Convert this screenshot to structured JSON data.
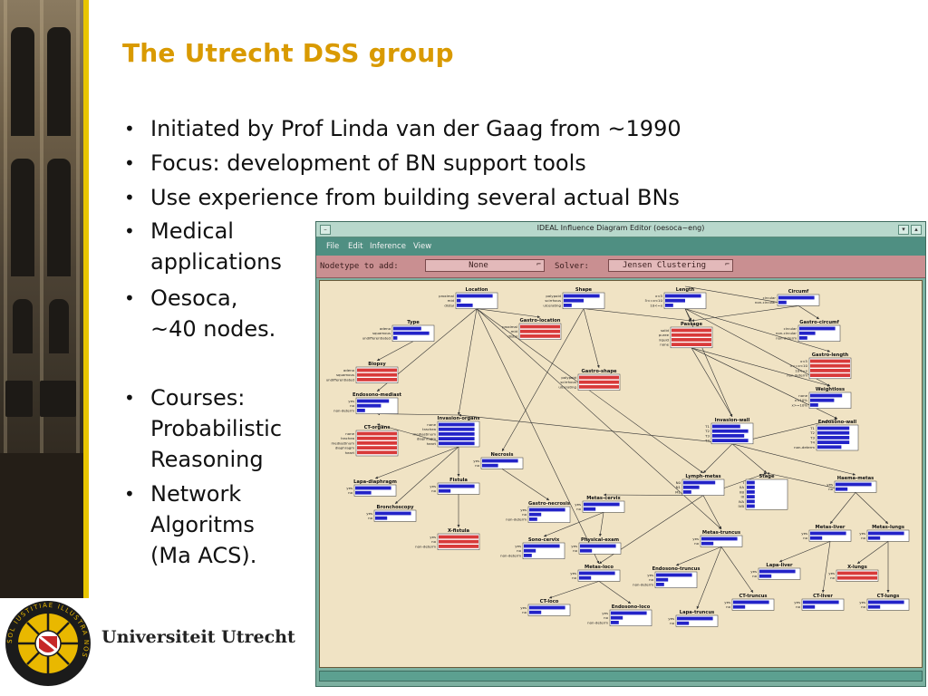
{
  "slide": {
    "title": "The Utrecht DSS group",
    "bullets": [
      "Initiated by Prof Linda van der Gaag from ~1990",
      "Focus: development of BN support tools",
      "Use experience from building several actual BNs"
    ],
    "narrow_bullets": [
      [
        "Medical",
        "applications"
      ],
      [
        "Oesoca,",
        "~40 nodes."
      ],
      [
        "Courses:",
        "Probabilistic",
        "Reasoning"
      ],
      [
        "Network",
        "Algoritms",
        "(Ma ACS)."
      ]
    ],
    "university": "Universiteit Utrecht",
    "logo_text": "SOL IUSTITIAE ILLUSTRA NOS"
  },
  "window": {
    "title": "IDEAL Influence Diagram Editor (oesoca~eng)",
    "menu": [
      "File",
      "Edit",
      "Inference",
      "View"
    ],
    "nodetype_label": "Nodetype to add:",
    "nodetype_value": "None",
    "solver_label": "Solver:",
    "solver_value": "Jensen Clustering"
  },
  "network": {
    "bar_colors": {
      "normal": "#2323c8",
      "evidence": "#d83a3a"
    },
    "nodes": [
      {
        "id": "location",
        "name": "Location",
        "states": [
          "proximal",
          "mid",
          "distal"
        ],
        "probs": [
          0.9,
          0.1,
          0.4
        ],
        "evidence": false
      },
      {
        "id": "shape",
        "name": "Shape",
        "states": [
          "polypoid",
          "scirrhous",
          "ulcerating"
        ],
        "probs": [
          0.9,
          0.5,
          0.2
        ],
        "evidence": false
      },
      {
        "id": "length",
        "name": "Length",
        "states": [
          "x<5",
          "5<=x<10",
          "10<=x"
        ],
        "probs": [
          0.9,
          0.5,
          0.2
        ],
        "evidence": false
      },
      {
        "id": "circumf",
        "name": "Circumf",
        "states": [
          "circular",
          "non-circular"
        ],
        "probs": [
          0.9,
          0.2
        ],
        "evidence": false
      },
      {
        "id": "type",
        "name": "Type",
        "states": [
          "adeno",
          "squamous",
          "undifferentiated"
        ],
        "probs": [
          0.7,
          0.9,
          0.1
        ],
        "evidence": false
      },
      {
        "id": "gastro_location",
        "name": "Gastro-location",
        "states": [
          "proximal",
          "mid",
          "distal"
        ],
        "probs": [
          1,
          1,
          1
        ],
        "evidence": true
      },
      {
        "id": "passage",
        "name": "Passage",
        "states": [
          "solid",
          "puree",
          "liquid",
          "none"
        ],
        "probs": [
          1,
          1,
          1,
          1
        ],
        "evidence": true
      },
      {
        "id": "gastro_circumf",
        "name": "Gastro-circumf",
        "states": [
          "circular",
          "non-circular",
          "non-determ"
        ],
        "probs": [
          0.9,
          0.4,
          0.2
        ],
        "evidence": false
      },
      {
        "id": "biopsy",
        "name": "Biopsy",
        "states": [
          "adeno",
          "squamous",
          "undifferentiated"
        ],
        "probs": [
          1,
          1,
          1
        ],
        "evidence": true
      },
      {
        "id": "gastro_shape",
        "name": "Gastro-shape",
        "states": [
          "polypoid",
          "scirrhous",
          "ulcerating"
        ],
        "probs": [
          1,
          1,
          1
        ],
        "evidence": true
      },
      {
        "id": "gastro_length",
        "name": "Gastro-length",
        "states": [
          "x<5",
          "5<=x<10",
          "10<=x",
          "non-determ"
        ],
        "probs": [
          1,
          1,
          1,
          1
        ],
        "evidence": true
      },
      {
        "id": "endosono_mediast",
        "name": "Endosono-mediast",
        "states": [
          "yes",
          "no",
          "non-determ"
        ],
        "probs": [
          0.8,
          0.6,
          0.2
        ],
        "evidence": false
      },
      {
        "id": "weightloss",
        "name": "Weightloss",
        "states": [
          "none",
          "x<10%",
          "x>=10%"
        ],
        "probs": [
          0.8,
          0.6,
          0.2
        ],
        "evidence": false
      },
      {
        "id": "ct_organs",
        "name": "CT-organs",
        "states": [
          "none",
          "trachea",
          "mediastinum",
          "diaphragm",
          "heart"
        ],
        "probs": [
          1,
          1,
          1,
          1,
          1
        ],
        "evidence": true
      },
      {
        "id": "invasion_organs",
        "name": "Invasion-organs",
        "states": [
          "none",
          "trachea",
          "mediastinum",
          "diaphragm",
          "heart"
        ],
        "probs": [
          0.9,
          0.9,
          0.9,
          0.9,
          0.9
        ],
        "evidence": false
      },
      {
        "id": "invasion_wall",
        "name": "Invasion-wall",
        "states": [
          "T1",
          "T2",
          "T3",
          "T4"
        ],
        "probs": [
          0.7,
          0.9,
          0.8,
          0.9
        ],
        "evidence": false
      },
      {
        "id": "endosono_wall",
        "name": "Endosono-wall",
        "states": [
          "T1",
          "T2",
          "T3",
          "T4",
          "non-determ"
        ],
        "probs": [
          0.8,
          0.8,
          0.8,
          0.8,
          0.6
        ],
        "evidence": false
      },
      {
        "id": "necrosis",
        "name": "Necrosis",
        "states": [
          "yes",
          "no"
        ],
        "probs": [
          0.9,
          0.4
        ],
        "evidence": false
      },
      {
        "id": "lapa_diaphragm",
        "name": "Lapa-diaphragm",
        "states": [
          "yes",
          "no"
        ],
        "probs": [
          0.9,
          0.4
        ],
        "evidence": false
      },
      {
        "id": "fistula",
        "name": "Fistula",
        "states": [
          "yes",
          "no"
        ],
        "probs": [
          0.9,
          0.3
        ],
        "evidence": false
      },
      {
        "id": "lymph_metas",
        "name": "Lymph-metas",
        "states": [
          "N0",
          "N1",
          "M1"
        ],
        "probs": [
          0.8,
          0.4,
          0.2
        ],
        "evidence": false
      },
      {
        "id": "stage",
        "name": "Stage",
        "states": [
          "I",
          "IIA",
          "IIB",
          "III",
          "IVA",
          "IVB"
        ],
        "probs": [
          0.2,
          0.2,
          0.2,
          0.2,
          0.2,
          0.2
        ],
        "evidence": false
      },
      {
        "id": "haema_metas",
        "name": "Haema-metas",
        "states": [
          "yes",
          "no"
        ],
        "probs": [
          0.9,
          0.3
        ],
        "evidence": false
      },
      {
        "id": "bronchoscopy",
        "name": "Bronchoscopy",
        "states": [
          "yes",
          "no"
        ],
        "probs": [
          0.9,
          0.3
        ],
        "evidence": false
      },
      {
        "id": "gastro_necrosis",
        "name": "Gastro-necrosis",
        "states": [
          "yes",
          "no",
          "non-determ"
        ],
        "probs": [
          0.9,
          0.3,
          0.2
        ],
        "evidence": false
      },
      {
        "id": "metas_cervix",
        "name": "Metas-cervix",
        "states": [
          "yes",
          "no"
        ],
        "probs": [
          0.9,
          0.3
        ],
        "evidence": false
      },
      {
        "id": "x_fistula",
        "name": "X-fistula",
        "states": [
          "yes",
          "no",
          "non-determ"
        ],
        "probs": [
          1,
          1,
          1
        ],
        "evidence": true
      },
      {
        "id": "sono_cervix",
        "name": "Sono-cervix",
        "states": [
          "yes",
          "no",
          "non-determ"
        ],
        "probs": [
          0.9,
          0.3,
          0.2
        ],
        "evidence": false
      },
      {
        "id": "physical_exam",
        "name": "Physical-exam",
        "states": [
          "yes",
          "no"
        ],
        "probs": [
          0.9,
          0.3
        ],
        "evidence": false
      },
      {
        "id": "metas_truncus",
        "name": "Metas-truncus",
        "states": [
          "yes",
          "no"
        ],
        "probs": [
          0.9,
          0.3
        ],
        "evidence": false
      },
      {
        "id": "metas_liver",
        "name": "Metas-liver",
        "states": [
          "yes",
          "no"
        ],
        "probs": [
          0.9,
          0.3
        ],
        "evidence": false
      },
      {
        "id": "metas_lungs",
        "name": "Metas-lungs",
        "states": [
          "yes",
          "no"
        ],
        "probs": [
          0.9,
          0.3
        ],
        "evidence": false
      },
      {
        "id": "metas_loco",
        "name": "Metas-loco",
        "states": [
          "yes",
          "no"
        ],
        "probs": [
          0.9,
          0.3
        ],
        "evidence": false
      },
      {
        "id": "endosono_truncus",
        "name": "Endosono-truncus",
        "states": [
          "yes",
          "no",
          "non-determ"
        ],
        "probs": [
          0.9,
          0.3,
          0.2
        ],
        "evidence": false
      },
      {
        "id": "lapa_liver",
        "name": "Lapa-liver",
        "states": [
          "yes",
          "no"
        ],
        "probs": [
          0.9,
          0.3
        ],
        "evidence": false
      },
      {
        "id": "x_lungs",
        "name": "X-lungs",
        "states": [
          "yes",
          "no"
        ],
        "probs": [
          1,
          1
        ],
        "evidence": true
      },
      {
        "id": "ct_loco",
        "name": "CT-loco",
        "states": [
          "yes",
          "no"
        ],
        "probs": [
          0.9,
          0.3
        ],
        "evidence": false
      },
      {
        "id": "endosono_loco",
        "name": "Endosono-loco",
        "states": [
          "yes",
          "no",
          "non-determ"
        ],
        "probs": [
          0.9,
          0.3,
          0.2
        ],
        "evidence": false
      },
      {
        "id": "ct_truncus",
        "name": "CT-truncus",
        "states": [
          "yes",
          "no"
        ],
        "probs": [
          0.9,
          0.3
        ],
        "evidence": false
      },
      {
        "id": "ct_liver",
        "name": "CT-liver",
        "states": [
          "yes",
          "no"
        ],
        "probs": [
          0.9,
          0.3
        ],
        "evidence": false
      },
      {
        "id": "ct_lungs",
        "name": "CT-lungs",
        "states": [
          "yes",
          "no"
        ],
        "probs": [
          0.9,
          0.3
        ],
        "evidence": false
      },
      {
        "id": "lapa_truncus",
        "name": "Lapa-truncus",
        "states": [
          "yes",
          "no"
        ],
        "probs": [
          0.9,
          0.3
        ],
        "evidence": false
      }
    ],
    "edges": [
      [
        "location",
        "gastro_location"
      ],
      [
        "location",
        "endosono_mediast"
      ],
      [
        "location",
        "metas_loco"
      ],
      [
        "location",
        "lymph_metas"
      ],
      [
        "location",
        "invasion_organs"
      ],
      [
        "shape",
        "gastro_shape"
      ],
      [
        "shape",
        "passage"
      ],
      [
        "shape",
        "necrosis"
      ],
      [
        "length",
        "passage"
      ],
      [
        "length",
        "gastro_length"
      ],
      [
        "length",
        "circumf"
      ],
      [
        "length",
        "invasion_wall"
      ],
      [
        "length",
        "weightloss"
      ],
      [
        "circumf",
        "gastro_circumf"
      ],
      [
        "circumf",
        "passage"
      ],
      [
        "type",
        "biopsy"
      ],
      [
        "passage",
        "weightloss"
      ],
      [
        "passage",
        "endosono_wall"
      ],
      [
        "invasion_wall",
        "endosono_wall"
      ],
      [
        "invasion_wall",
        "lymph_metas"
      ],
      [
        "invasion_wall",
        "stage"
      ],
      [
        "invasion_wall",
        "haema_metas"
      ],
      [
        "invasion_wall",
        "invasion_organs"
      ],
      [
        "invasion_organs",
        "ct_organs"
      ],
      [
        "invasion_organs",
        "endosono_mediast"
      ],
      [
        "invasion_organs",
        "lapa_diaphragm"
      ],
      [
        "invasion_organs",
        "fistula"
      ],
      [
        "invasion_organs",
        "bronchoscopy"
      ],
      [
        "necrosis",
        "gastro_necrosis"
      ],
      [
        "fistula",
        "x_fistula"
      ],
      [
        "lymph_metas",
        "stage"
      ],
      [
        "lymph_metas",
        "metas_cervix"
      ],
      [
        "lymph_metas",
        "metas_truncus"
      ],
      [
        "lymph_metas",
        "metas_loco"
      ],
      [
        "haema_metas",
        "stage"
      ],
      [
        "haema_metas",
        "metas_liver"
      ],
      [
        "haema_metas",
        "metas_lungs"
      ],
      [
        "metas_cervix",
        "sono_cervix"
      ],
      [
        "metas_cervix",
        "physical_exam"
      ],
      [
        "metas_truncus",
        "endosono_truncus"
      ],
      [
        "metas_truncus",
        "ct_truncus"
      ],
      [
        "metas_truncus",
        "lapa_truncus"
      ],
      [
        "metas_liver",
        "lapa_liver"
      ],
      [
        "metas_liver",
        "ct_liver"
      ],
      [
        "metas_lungs",
        "x_lungs"
      ],
      [
        "metas_lungs",
        "ct_lungs"
      ],
      [
        "metas_loco",
        "ct_loco"
      ],
      [
        "metas_loco",
        "endosono_loco"
      ],
      [
        "passage",
        "invasion_wall"
      ],
      [
        "location",
        "metas_truncus"
      ]
    ]
  }
}
